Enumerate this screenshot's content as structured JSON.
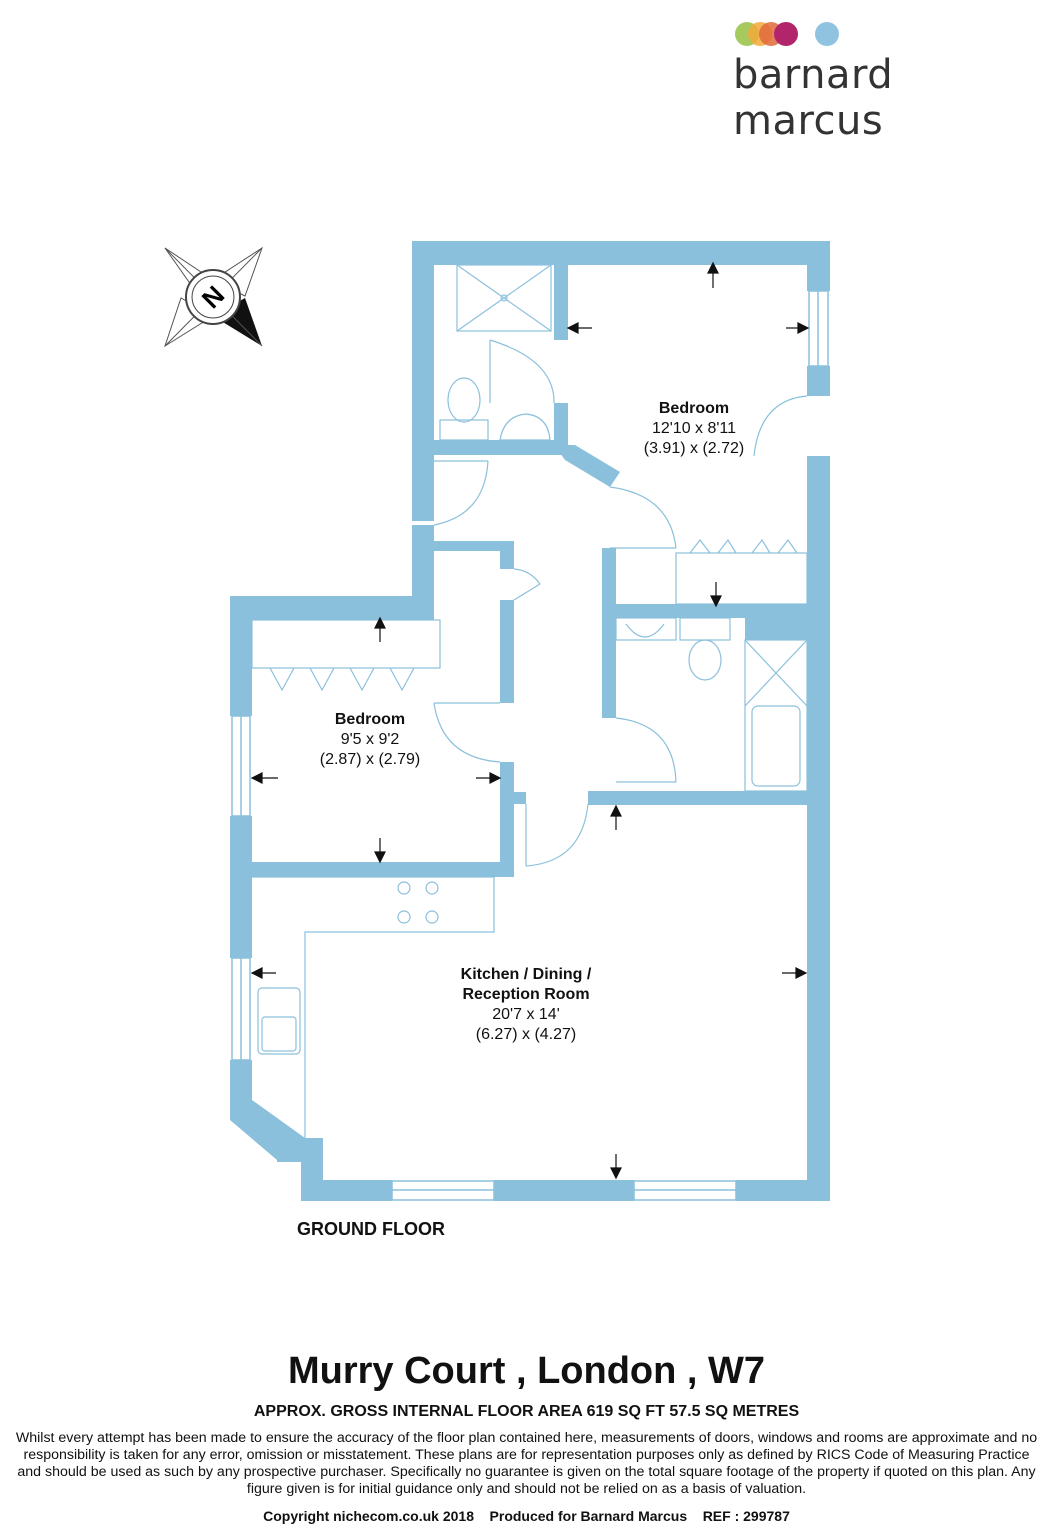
{
  "brand": {
    "name": "barnard marcus",
    "dot_colors": [
      "#9dc44d",
      "#f2a93b",
      "#e06a3b",
      "#b3256b",
      "#8fc3df"
    ]
  },
  "compass": {
    "letter": "N"
  },
  "colors": {
    "wall": "#8bc0dc",
    "fixture_line": "#8bc0dc"
  },
  "rooms": {
    "bedroom1": {
      "name": "Bedroom",
      "imperial": "12'10 x 8'11",
      "metric": "(3.91) x (2.72)"
    },
    "bedroom2": {
      "name": "Bedroom",
      "imperial": "9'5 x 9'2",
      "metric": "(2.87) x (2.79)"
    },
    "kitchen": {
      "name_line1": "Kitchen / Dining /",
      "name_line2": "Reception Room",
      "imperial": "20'7 x 14'",
      "metric": "(6.27) x (4.27)"
    }
  },
  "floor_label": "GROUND FLOOR",
  "property_title": "Murry Court , London , W7",
  "area_text": "APPROX. GROSS INTERNAL FLOOR AREA 619 SQ FT 57.5 SQ METRES",
  "disclaimer": "Whilst every attempt has been made to ensure the accuracy of the floor plan contained here, measurements of doors, windows and rooms are approximate and no responsibility is taken for any error, omission or misstatement. These plans are for representation purposes only as defined by RICS Code of Measuring Practice and should be used as such by any prospective purchaser.  Specifically no guarantee is given on the total square footage of the property if quoted on this plan. Any figure given is for initial guidance only and should not be relied on as a basis of valuation.",
  "footer": "Copyright nichecom.co.uk 2018    Produced for Barnard Marcus    REF : 299787"
}
